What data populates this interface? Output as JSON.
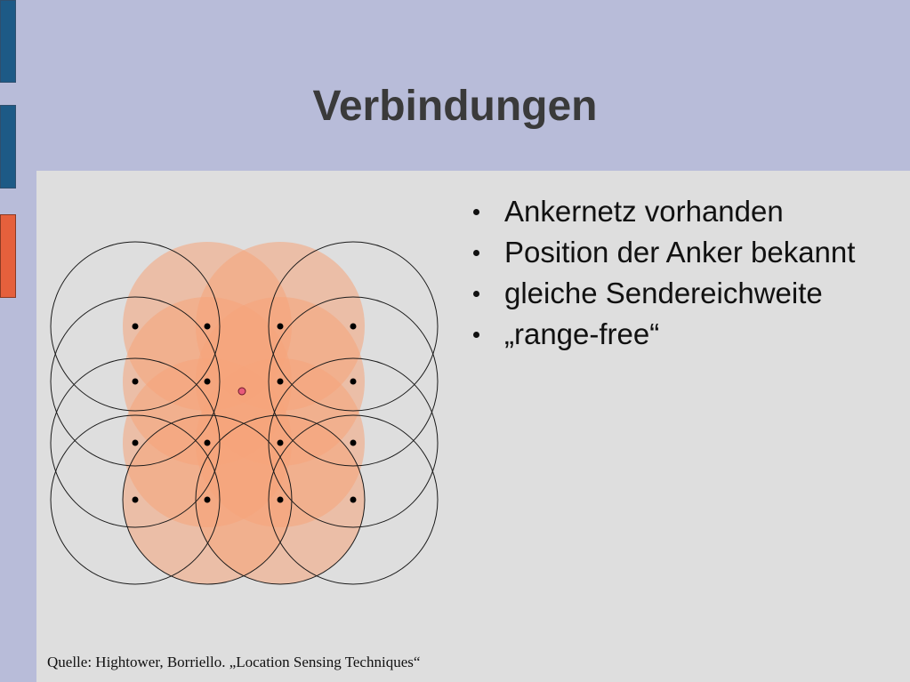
{
  "slide": {
    "title": "Verbindungen",
    "bullets": [
      "Ankernetz vorhanden",
      "Position der Anker bekannt",
      "gleiche Sendereichweite",
      "„range-free“"
    ],
    "source": "Quelle: Hightower, Borriello. „Location Sensing Techniques“"
  },
  "colors": {
    "background": "#b8bcd9",
    "panel": "#dedede",
    "side_bar_blue": "#1d5a86",
    "side_bar_orange": "#e5603c",
    "coverage_fill": "#f5a47a",
    "target_node": "#e85a7a"
  },
  "diagram": {
    "anchor_grid": {
      "columns": 4,
      "rows": 4
    },
    "covering_anchors": [
      [
        1,
        0
      ],
      [
        2,
        0
      ],
      [
        1,
        1
      ],
      [
        2,
        1
      ],
      [
        1,
        2
      ],
      [
        2,
        2
      ],
      [
        1,
        3
      ],
      [
        2,
        3
      ]
    ],
    "icons": [
      "bullet-icon",
      "anchor-node",
      "target-node"
    ]
  }
}
